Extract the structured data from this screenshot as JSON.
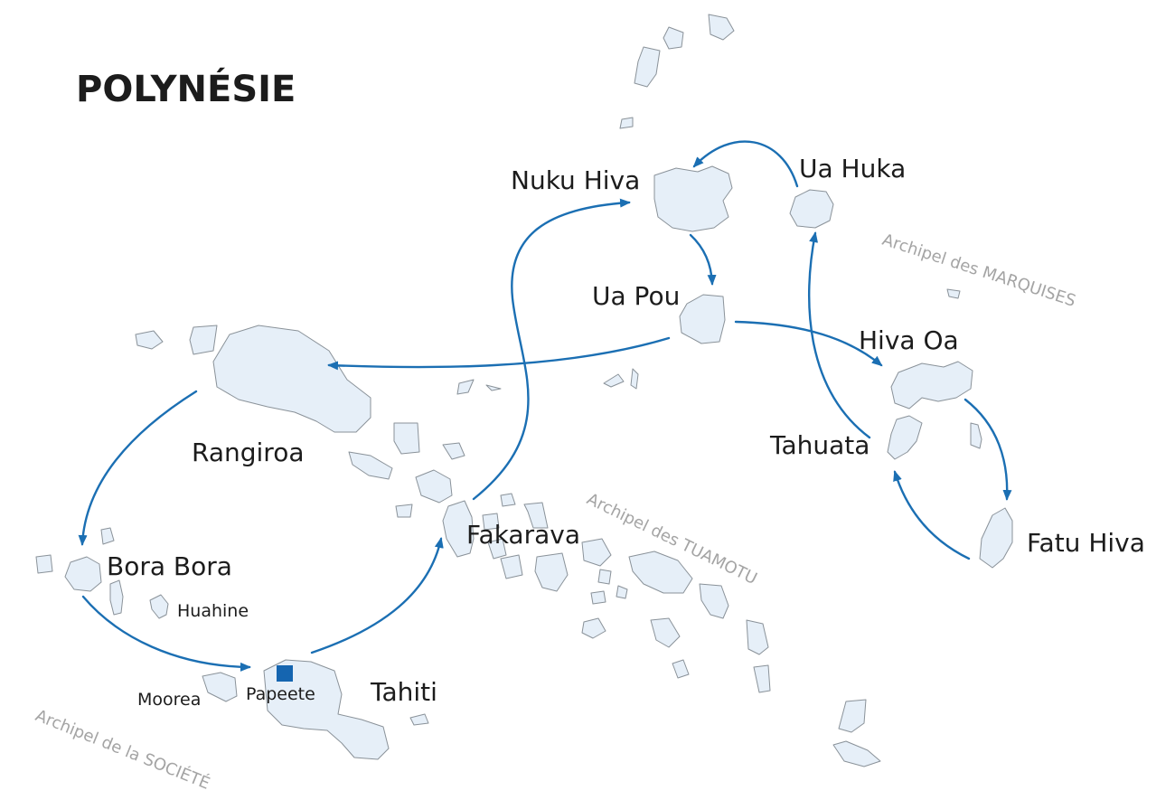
{
  "title": "POLYNÉSIE",
  "colors": {
    "island_fill": "#e6eff8",
    "island_stroke": "#8a9299",
    "route": "#1b6fb3",
    "capital_marker": "#1565b0",
    "archipelago_text": "#a4a4a4",
    "text": "#1c1c1c"
  },
  "islands": {
    "nuku_hiva": "Nuku Hiva",
    "ua_huka": "Ua Huka",
    "ua_pou": "Ua Pou",
    "hiva_oa": "Hiva Oa",
    "tahuata": "Tahuata",
    "fatu_hiva": "Fatu Hiva",
    "rangiroa": "Rangiroa",
    "fakarava": "Fakarava",
    "bora_bora": "Bora Bora",
    "huahine": "Huahine",
    "moorea": "Moorea",
    "papeete": "Papeete",
    "tahiti": "Tahiti"
  },
  "archipelagos": {
    "marquises": "Archipel des MARQUISES",
    "tuamotu": "Archipel des TUAMOTU",
    "societe": "Archipel de la SOCIÉTÉ"
  },
  "capital_icon": "capital-square-marker"
}
